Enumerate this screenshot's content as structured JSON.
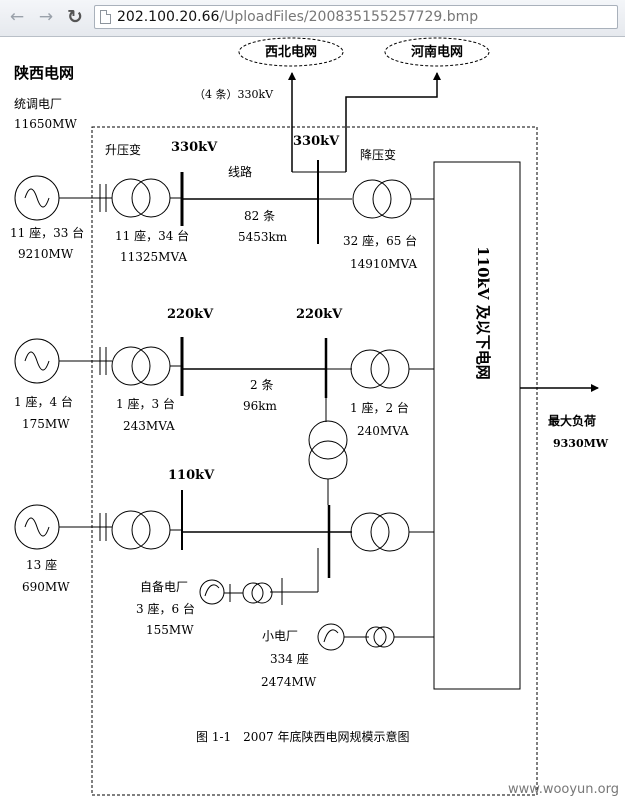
{
  "browser": {
    "back_icon": "arrow-left-icon",
    "forward_icon": "arrow-right-icon",
    "reload_icon": "reload-icon",
    "url_host": "202.100.20.66",
    "url_path": "/UploadFiles/200835155257729.bmp"
  },
  "diagram": {
    "title": "陕西电网",
    "plant_label_1": "统调电厂",
    "plant_label_2": "11650MW",
    "northwest_grid": "西北电网",
    "henan_grid": "河南电网",
    "tie_line_label": "（4 条）330kV",
    "step_up_label": "升压变",
    "step_down_label": "降压变",
    "kv330_left": "330kV",
    "kv330_right": "330kV",
    "line_label": "线路",
    "line330_count": "82 条",
    "line330_length": "5453km",
    "gen1_count": "11 座，33 台",
    "gen1_capacity": "9210MW",
    "tx1_count": "11 座，34 台",
    "tx1_capacity": "11325MVA",
    "tx_down1_count": "32 座，65 台",
    "tx_down1_capacity": "14910MVA",
    "kv220_left": "220kV",
    "kv220_right": "220kV",
    "line220_count": "2 条",
    "line220_length": "96km",
    "gen2_count": "1 座，4 台",
    "gen2_capacity": "175MW",
    "tx2_count": "1 座，3 台",
    "tx2_capacity": "243MVA",
    "tx_down2_count": "1 座，2 台",
    "tx_down2_capacity": "240MVA",
    "kv110": "110kV",
    "gen3_count": "13 座",
    "gen3_capacity": "690MW",
    "self_plant_name": "自备电厂",
    "self_plant_count": "3 座，6 台",
    "self_plant_capacity": "155MW",
    "small_plant_name": "小电厂",
    "small_plant_count": "334 座",
    "small_plant_capacity": "2474MW",
    "grid110_label": "110kV 及以下电网",
    "max_load_label": "最大负荷",
    "max_load_value": "9330MW",
    "caption": "图 1-1　2007 年底陕西电网规模示意图"
  },
  "watermark": "www.wooyun.org"
}
